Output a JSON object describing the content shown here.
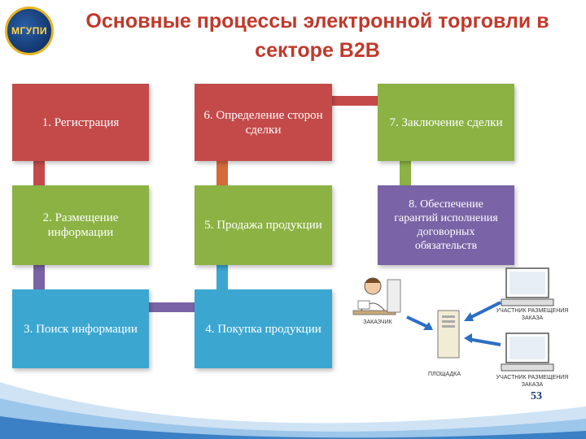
{
  "logo": {
    "text": "МГУПИ"
  },
  "title": {
    "line1": "Основные процессы электронной торговли в",
    "line2": "секторе B2B"
  },
  "steps": {
    "s1": "1. Регистрация",
    "s2": "2. Размещение информации",
    "s3": "3. Поиск информации",
    "s4": "4. Покупка продукции",
    "s5": "5. Продажа продукции",
    "s6": "6.  Определение сторон сделки",
    "s7": "7.  Заключение сделки",
    "s8": "8. Обеспечение гарантий исполнения договорных обязательств"
  },
  "illustration": {
    "customer_label": "ЗАКАЗЧИК",
    "platform_label": "ПЛОЩАДКА",
    "participant1_label": "УЧАСТНИК РАЗМЕЩЕНИЯ ЗАКАЗА",
    "participant2_label": "УЧАСТНИК РАЗМЕЩЕНИЯ ЗАКАЗА"
  },
  "page_number": "53",
  "colors": {
    "title": "#c0392b",
    "red": "#c44a4a",
    "orange": "#d56a3a",
    "green": "#8bb243",
    "purple": "#7a63a6",
    "blue": "#3ba7d1"
  }
}
